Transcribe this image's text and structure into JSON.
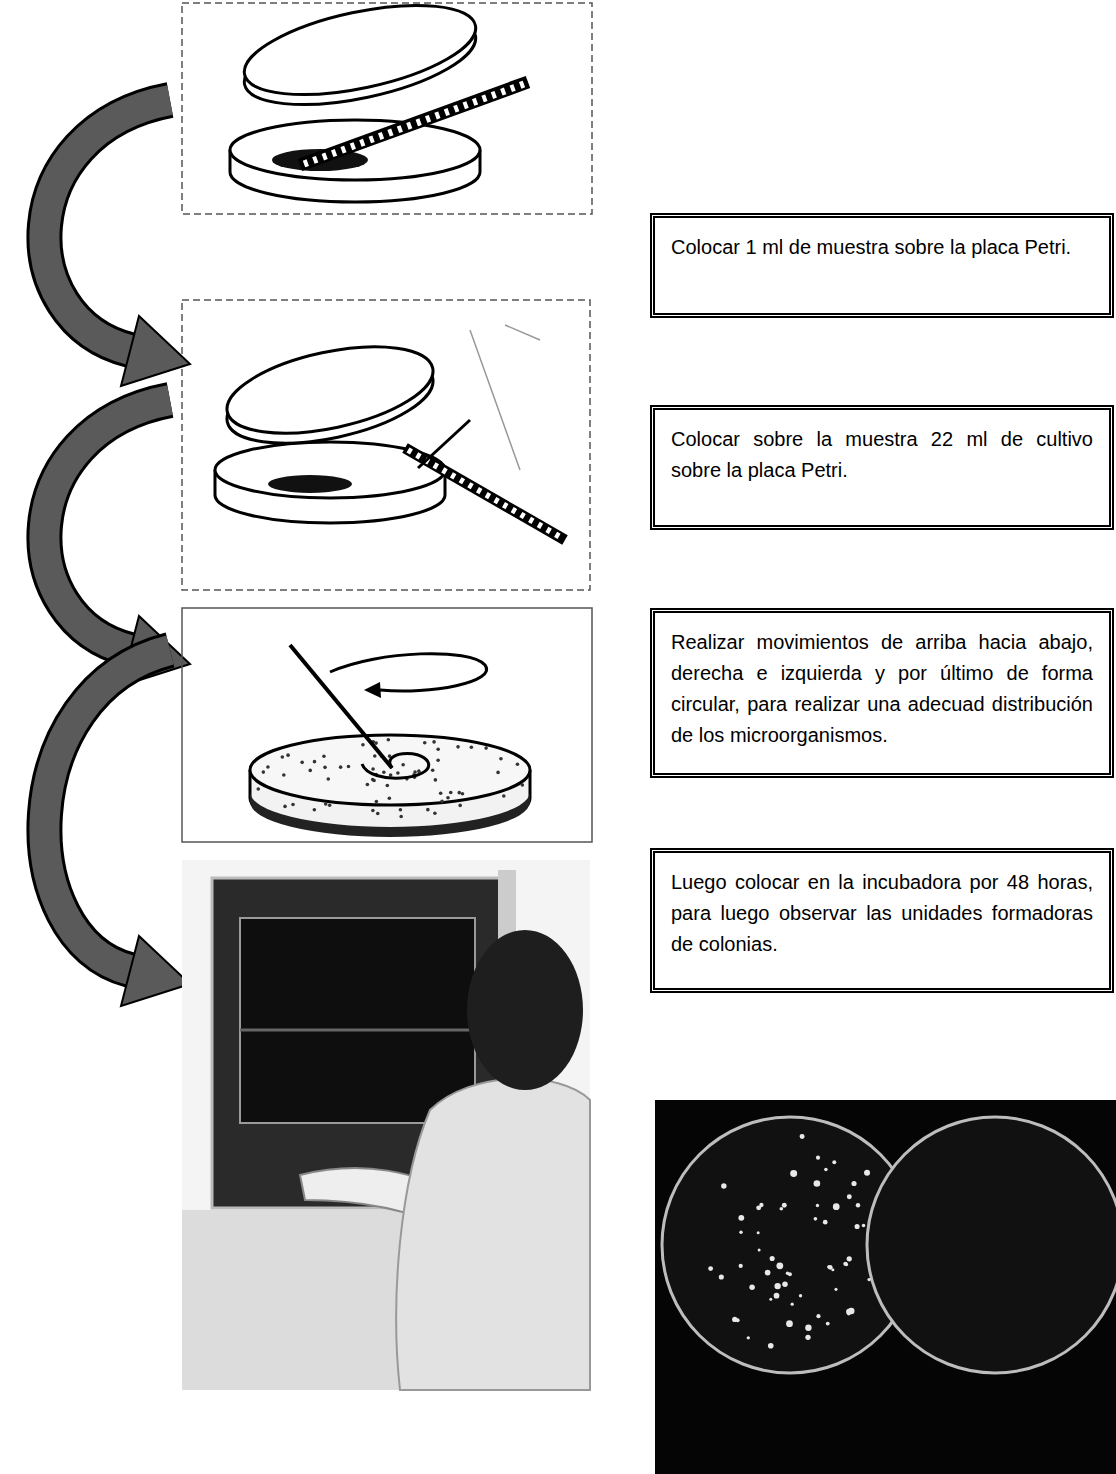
{
  "diagram": {
    "nodes": [
      {
        "text": [
          "Colocar 1 ml de muestra sobre la placa Petri."
        ]
      },
      {
        "text": [
          "Colocar sobre la muestra 22 ml de cultivo sobre la placa Petri."
        ]
      },
      {
        "text": [
          "Realizar movimientos de arriba hacia abajo, derecha e izquierda y por último de forma circular, para realizar una adecuad distribución de los microorganismos."
        ]
      },
      {
        "text": [
          "Luego colocar en la incubadora por 48 horas, para luego observar las unidades formadoras de colonias."
        ]
      }
    ]
  }
}
